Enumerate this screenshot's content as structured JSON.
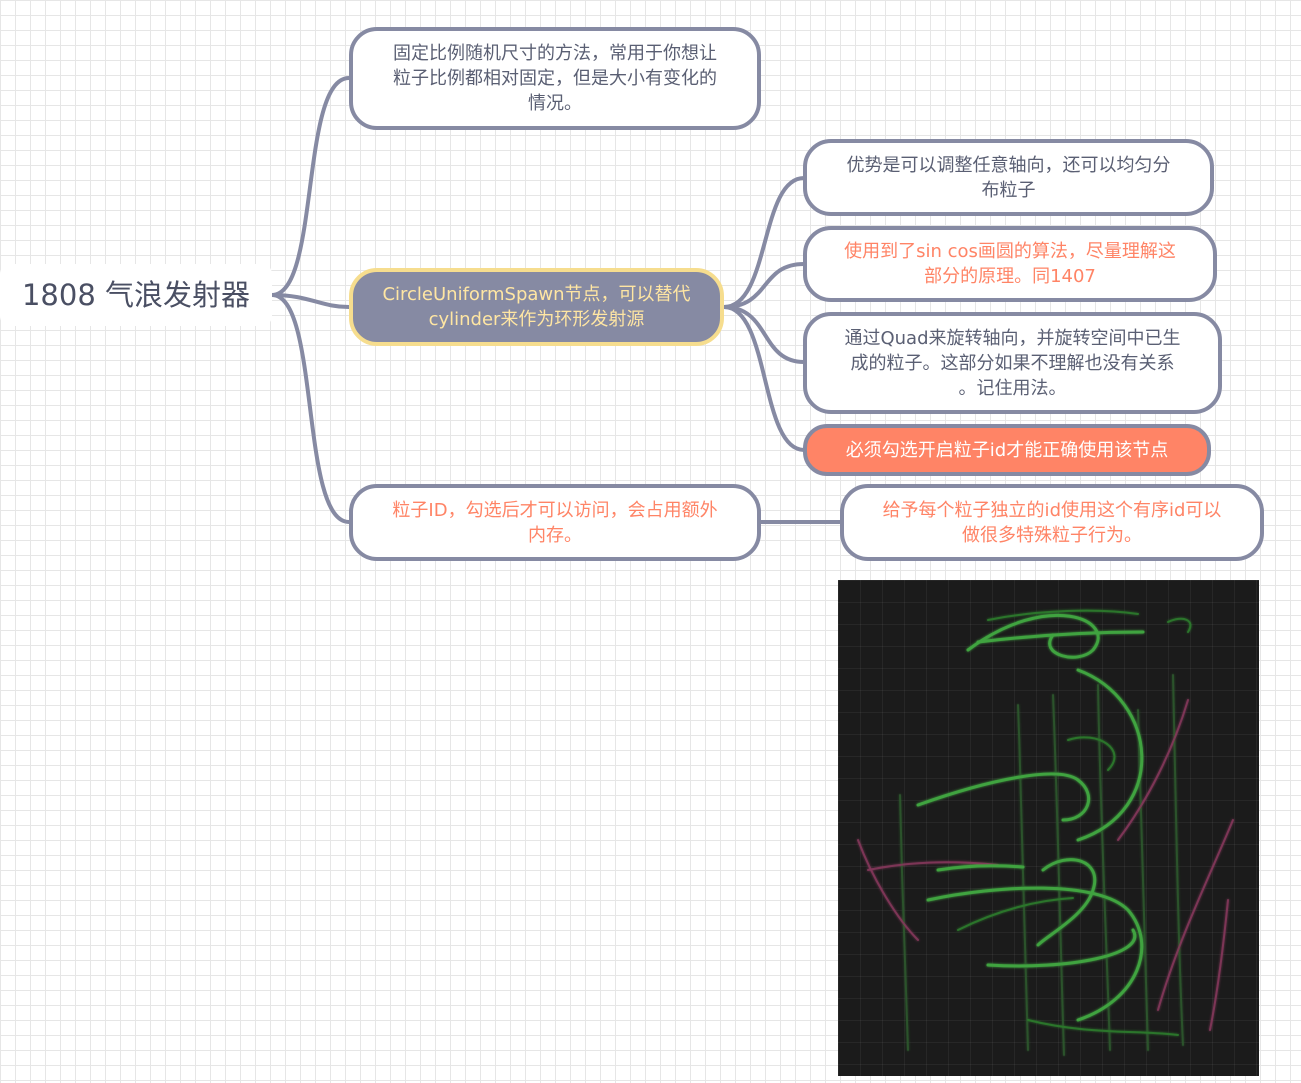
{
  "root": {
    "label": "1808 气浪发射器"
  },
  "nodes": {
    "fixed_ratio": "固定比例随机尺寸的方法，常用于你想让\n粒子比例都相对固定，但是大小有变化的\n情况。",
    "circle_spawn": "CircleUniformSpawn节点，可以替代\ncylinder来作为环形发射源",
    "advantage": "优势是可以调整任意轴向，还可以均匀分\n布粒子",
    "sincos": "使用到了sin cos画圆的算法，尽量理解这\n部分的原理。同1407",
    "quad": "通过Quad来旋转轴向，并旋转空间中已生\n成的粒子。这部分如果不理解也没有关系\n。记住用法。",
    "must_check": "必须勾选开启粒子id才能正确使用该节点",
    "particle_id": "粒子ID，勾选后才可以访问，会占用额外\n内存。",
    "unique_id": "给予每个粒子独立的id使用这个有序id可以\n做很多特殊粒子行为。"
  },
  "colors": {
    "connector": "#868aa3",
    "accent": "#ff8466",
    "main_fill": "#868aa3",
    "main_border": "#f6dd8e",
    "main_text": "#ffe6a3",
    "preview_bg": "#1b1b1b",
    "stroke_green": "#3fa33f",
    "stroke_pink": "#8a3a5e"
  }
}
